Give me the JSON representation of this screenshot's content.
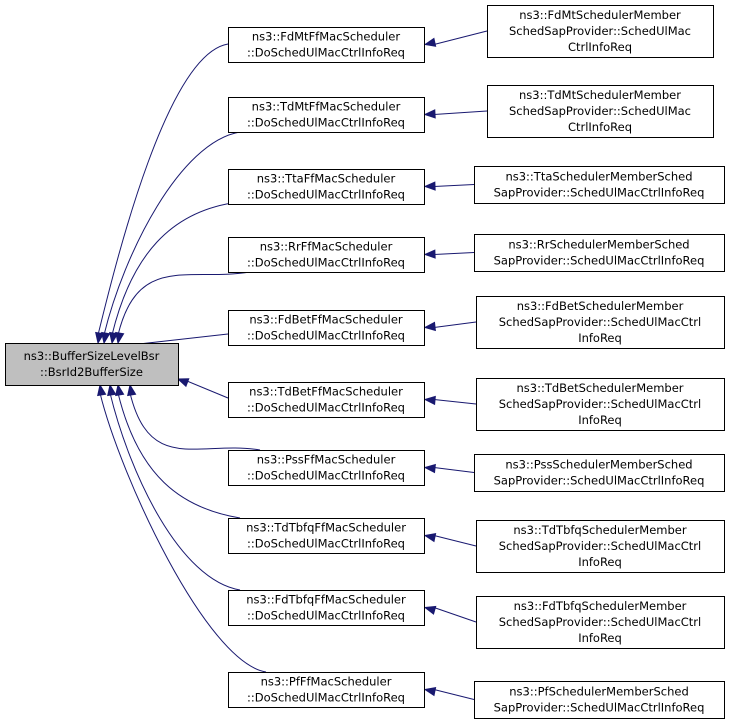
{
  "colors": {
    "edge": "#191970",
    "root_fill": "#bfbfbf",
    "node_fill": "#ffffff",
    "border": "#000000"
  },
  "root": {
    "lines": [
      "ns3::BufferSizeLevelBsr",
      "::BsrId2BufferSize"
    ]
  },
  "callers": [
    {
      "lines": [
        "ns3::FdMtFfMacScheduler",
        "::DoSchedUlMacCtrlInfoReq"
      ],
      "sap_lines": [
        "ns3::FdMtSchedulerMember",
        "SchedSapProvider::SchedUlMac",
        "CtrlInfoReq"
      ]
    },
    {
      "lines": [
        "ns3::TdMtFfMacScheduler",
        "::DoSchedUlMacCtrlInfoReq"
      ],
      "sap_lines": [
        "ns3::TdMtSchedulerMember",
        "SchedSapProvider::SchedUlMac",
        "CtrlInfoReq"
      ]
    },
    {
      "lines": [
        "ns3::TtaFfMacScheduler",
        "::DoSchedUlMacCtrlInfoReq"
      ],
      "sap_lines": [
        "ns3::TtaSchedulerMemberSched",
        "SapProvider::SchedUlMacCtrlInfoReq"
      ]
    },
    {
      "lines": [
        "ns3::RrFfMacScheduler",
        "::DoSchedUlMacCtrlInfoReq"
      ],
      "sap_lines": [
        "ns3::RrSchedulerMemberSched",
        "SapProvider::SchedUlMacCtrlInfoReq"
      ]
    },
    {
      "lines": [
        "ns3::FdBetFfMacScheduler",
        "::DoSchedUlMacCtrlInfoReq"
      ],
      "sap_lines": [
        "ns3::FdBetSchedulerMember",
        "SchedSapProvider::SchedUlMacCtrl",
        "InfoReq"
      ]
    },
    {
      "lines": [
        "ns3::TdBetFfMacScheduler",
        "::DoSchedUlMacCtrlInfoReq"
      ],
      "sap_lines": [
        "ns3::TdBetSchedulerMember",
        "SchedSapProvider::SchedUlMacCtrl",
        "InfoReq"
      ]
    },
    {
      "lines": [
        "ns3::PssFfMacScheduler",
        "::DoSchedUlMacCtrlInfoReq"
      ],
      "sap_lines": [
        "ns3::PssSchedulerMemberSched",
        "SapProvider::SchedUlMacCtrlInfoReq"
      ]
    },
    {
      "lines": [
        "ns3::TdTbfqFfMacScheduler",
        "::DoSchedUlMacCtrlInfoReq"
      ],
      "sap_lines": [
        "ns3::TdTbfqSchedulerMember",
        "SchedSapProvider::SchedUlMacCtrl",
        "InfoReq"
      ]
    },
    {
      "lines": [
        "ns3::FdTbfqFfMacScheduler",
        "::DoSchedUlMacCtrlInfoReq"
      ],
      "sap_lines": [
        "ns3::FdTbfqSchedulerMember",
        "SchedSapProvider::SchedUlMacCtrl",
        "InfoReq"
      ]
    },
    {
      "lines": [
        "ns3::PfFfMacScheduler",
        "::DoSchedUlMacCtrlInfoReq"
      ],
      "sap_lines": [
        "ns3::PfSchedulerMemberSched",
        "SapProvider::SchedUlMacCtrlInfoReq"
      ]
    }
  ]
}
